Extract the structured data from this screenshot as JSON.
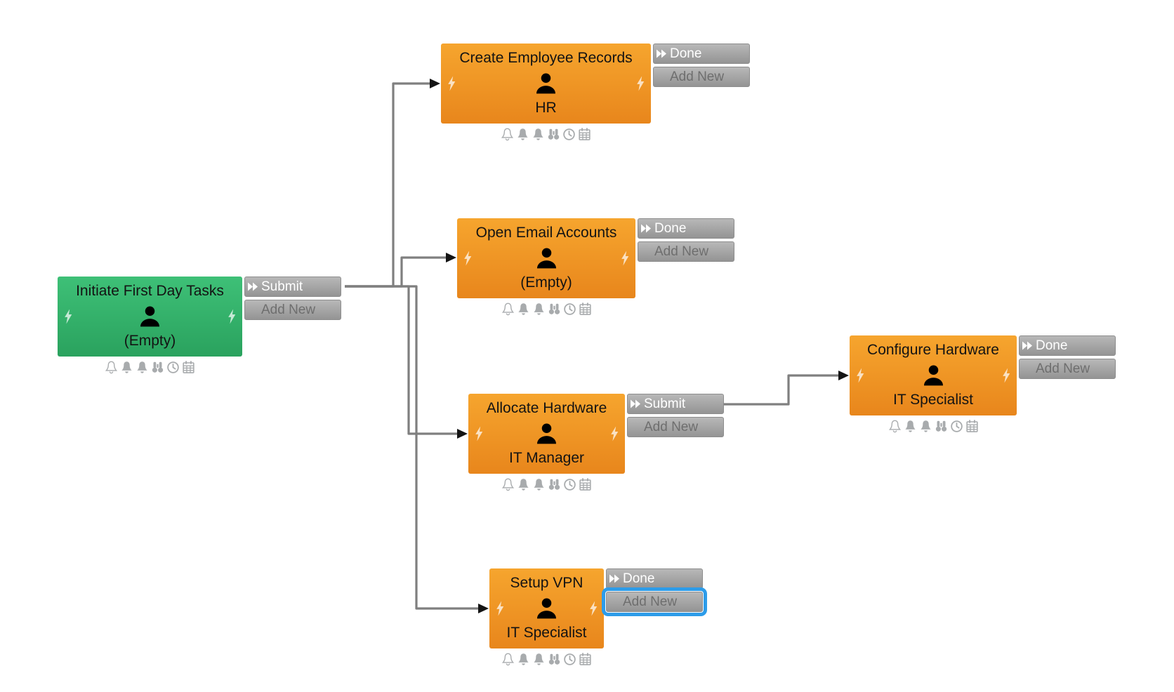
{
  "diagram": {
    "background": "#ffffff",
    "start_node_color": "#35b76c",
    "task_node_color": "#ef9526",
    "button_color": "#a6a6a6",
    "highlight_color": "#2d9ce9",
    "connector_color": "#7f7f7f",
    "nodes": [
      {
        "title": "Initiate First Day Tasks",
        "assignee": "(Empty)",
        "kind": "start",
        "primary_action": "Submit",
        "secondary_action": "Add New"
      },
      {
        "title": "Create Employee Records",
        "assignee": "HR",
        "kind": "task",
        "primary_action": "Done",
        "secondary_action": "Add New"
      },
      {
        "title": "Open Email Accounts",
        "assignee": "(Empty)",
        "kind": "task",
        "primary_action": "Done",
        "secondary_action": "Add New"
      },
      {
        "title": "Allocate Hardware",
        "assignee": "IT Manager",
        "kind": "task",
        "primary_action": "Submit",
        "secondary_action": "Add New"
      },
      {
        "title": "Setup VPN",
        "assignee": "IT Specialist",
        "kind": "task",
        "primary_action": "Done",
        "secondary_action": "Add New",
        "highlighted_action": "Add New"
      },
      {
        "title": "Configure Hardware",
        "assignee": "IT Specialist",
        "kind": "task",
        "primary_action": "Done",
        "secondary_action": "Add New"
      }
    ],
    "node_icons": [
      "bell-outline-icon",
      "bell-icon",
      "bell-icon",
      "binoculars-icon",
      "clock-icon",
      "calendar-icon"
    ],
    "connections": [
      {
        "from": "Initiate First Day Tasks",
        "to": "Create Employee Records"
      },
      {
        "from": "Initiate First Day Tasks",
        "to": "Open Email Accounts"
      },
      {
        "from": "Initiate First Day Tasks",
        "to": "Allocate Hardware"
      },
      {
        "from": "Initiate First Day Tasks",
        "to": "Setup VPN"
      },
      {
        "from": "Allocate Hardware",
        "to": "Configure Hardware"
      }
    ]
  }
}
